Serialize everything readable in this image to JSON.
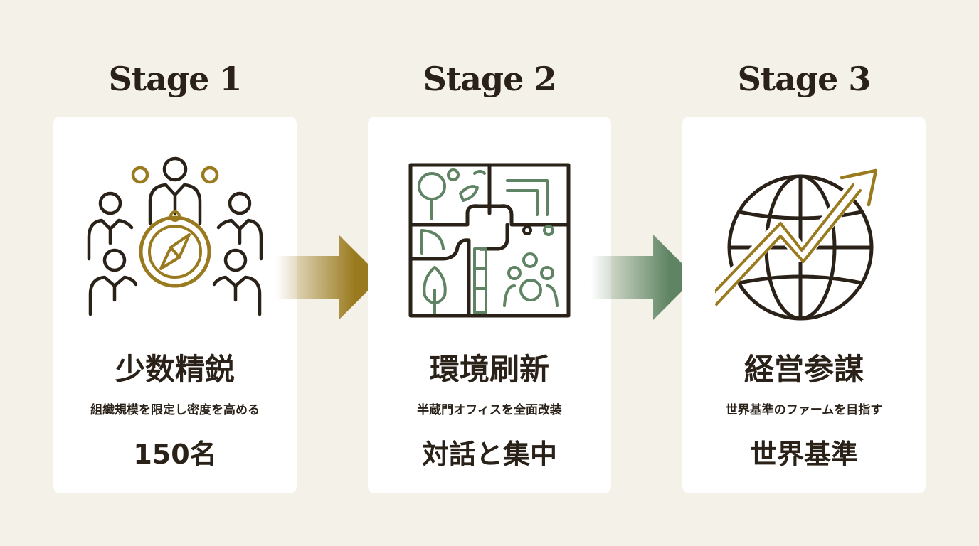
{
  "stages": [
    {
      "title": "Stage 1",
      "heading": "少数精鋭",
      "subtitle": "組織規模を限定し密度を高める",
      "value": "150名",
      "icon": "team-compass-icon"
    },
    {
      "title": "Stage 2",
      "heading": "環境刷新",
      "subtitle": "半蔵門オフィスを全面改装",
      "value": "対話と集中",
      "icon": "office-floorplan-icon"
    },
    {
      "title": "Stage 3",
      "heading": "経営参謀",
      "subtitle": "世界基準のファームを目指す",
      "value": "世界基準",
      "icon": "globe-growth-arrow-icon"
    }
  ],
  "colors": {
    "background": "#f4f1e8",
    "card": "#ffffff",
    "text": "#2a2118",
    "gold": "#9a7a1e",
    "green": "#5e8463"
  }
}
